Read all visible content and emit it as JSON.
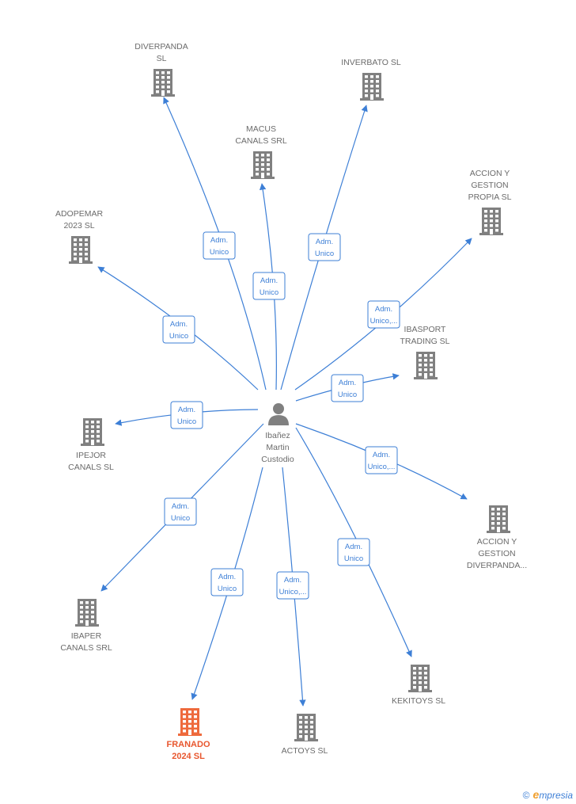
{
  "center": {
    "name_lines": [
      "Ibañez",
      "Martin",
      "Custodio"
    ]
  },
  "nodes": [
    {
      "id": "diverpanda",
      "lines": [
        "DIVERPANDA",
        "SL"
      ],
      "label_pos": "above",
      "highlight": false
    },
    {
      "id": "inverbato",
      "lines": [
        "INVERBATO SL"
      ],
      "label_pos": "above",
      "highlight": false
    },
    {
      "id": "macus",
      "lines": [
        "MACUS",
        "CANALS SRL"
      ],
      "label_pos": "above",
      "highlight": false
    },
    {
      "id": "accion-propia",
      "lines": [
        "ACCION Y",
        "GESTION",
        "PROPIA  SL"
      ],
      "label_pos": "above",
      "highlight": false
    },
    {
      "id": "adopemar",
      "lines": [
        "ADOPEMAR",
        "2023  SL"
      ],
      "label_pos": "above",
      "highlight": false
    },
    {
      "id": "ibasport",
      "lines": [
        "IBASPORT",
        "TRADING SL"
      ],
      "label_pos": "above",
      "highlight": false
    },
    {
      "id": "ipejor",
      "lines": [
        "IPEJOR",
        "CANALS SL"
      ],
      "label_pos": "below",
      "highlight": false
    },
    {
      "id": "accion-diverpanda",
      "lines": [
        "ACCION Y",
        "GESTION",
        "DIVERPANDA..."
      ],
      "label_pos": "below",
      "highlight": false
    },
    {
      "id": "ibaper",
      "lines": [
        "IBAPER",
        "CANALS SRL"
      ],
      "label_pos": "below",
      "highlight": false
    },
    {
      "id": "kekitoys",
      "lines": [
        "KEKITOYS  SL"
      ],
      "label_pos": "below",
      "highlight": false
    },
    {
      "id": "franado",
      "lines": [
        "FRANADO",
        "2024  SL"
      ],
      "label_pos": "below",
      "highlight": true
    },
    {
      "id": "actoys",
      "lines": [
        "ACTOYS  SL"
      ],
      "label_pos": "below",
      "highlight": false
    }
  ],
  "edges": [
    {
      "to": "diverpanda",
      "label": [
        "Adm.",
        "Unico"
      ]
    },
    {
      "to": "macus",
      "label": [
        "Adm.",
        "Unico"
      ]
    },
    {
      "to": "inverbato",
      "label": [
        "Adm.",
        "Unico"
      ]
    },
    {
      "to": "accion-propia",
      "label": [
        "Adm.",
        "Unico,..."
      ]
    },
    {
      "to": "adopemar",
      "label": [
        "Adm.",
        "Unico"
      ]
    },
    {
      "to": "ibasport",
      "label": [
        "Adm.",
        "Unico"
      ]
    },
    {
      "to": "ipejor",
      "label": [
        "Adm.",
        "Unico"
      ]
    },
    {
      "to": "accion-diverpanda",
      "label": [
        "Adm.",
        "Unico,..."
      ]
    },
    {
      "to": "ibaper",
      "label": [
        "Adm.",
        "Unico"
      ]
    },
    {
      "to": "franado",
      "label": [
        "Adm.",
        "Unico"
      ]
    },
    {
      "to": "actoys",
      "label": [
        "Adm.",
        "Unico,..."
      ]
    },
    {
      "to": "kekitoys",
      "label": [
        "Adm.",
        "Unico"
      ]
    }
  ],
  "colors": {
    "edge": "#3d7fd6",
    "node": "#808080",
    "highlight": "#ee6a3c"
  },
  "brand": {
    "copyright": "©",
    "initial": "e",
    "rest": "mpresia"
  }
}
